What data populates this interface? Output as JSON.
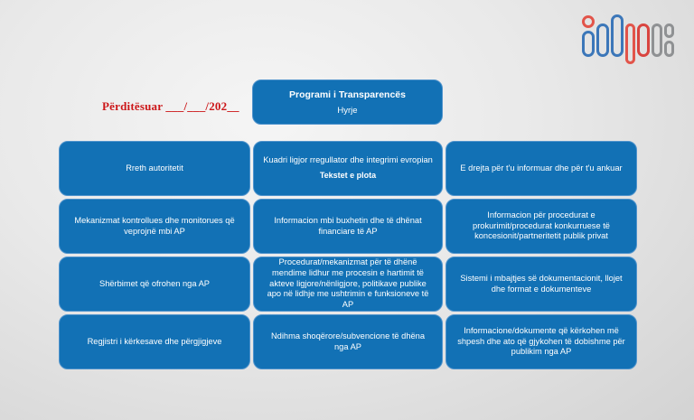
{
  "page": {
    "updated_label": "Përditësuar ___/___/202__"
  },
  "logo": {
    "name": "idp-logo"
  },
  "header": {
    "title": "Programi i Transparencës",
    "subtitle": "Hyrje"
  },
  "colors": {
    "box_blue": "#1271b5",
    "box_border": "#4f93cc",
    "accent_red": "#cc1719",
    "logo_blue": "#3c77b9",
    "logo_red": "#e2544a",
    "logo_gray": "#8f9193"
  },
  "grid": {
    "cells": [
      {
        "label": "Rreth autoritetit",
        "sublabel": ""
      },
      {
        "label": "Kuadri ligjor rregullator dhe integrimi evropian",
        "sublabel": "Tekstet e plota"
      },
      {
        "label": "E drejta për t'u informuar dhe për t'u ankuar",
        "sublabel": ""
      },
      {
        "label": "Mekanizmat kontrollues dhe monitorues që veprojnë mbi AP",
        "sublabel": ""
      },
      {
        "label": "Informacion mbi buxhetin dhe të dhënat financiare të AP",
        "sublabel": ""
      },
      {
        "label": "Informacion për procedurat e prokurimit/procedurat konkurruese të koncesionit/partneritetit publik privat",
        "sublabel": ""
      },
      {
        "label": "Shërbimet që ofrohen nga AP",
        "sublabel": ""
      },
      {
        "label": "Procedurat/mekanizmat për të dhënë mendime lidhur me procesin e hartimit të akteve ligjore/nënligjore, politikave publike apo në lidhje me ushtrimin e funksioneve të AP",
        "sublabel": ""
      },
      {
        "label": "Sistemi i mbajtjes së dokumentacionit, llojet dhe format e dokumenteve",
        "sublabel": ""
      },
      {
        "label": "Regjistri i kërkesave dhe përgjigjeve",
        "sublabel": ""
      },
      {
        "label": "Ndihma shoqërore/subvencione të dhëna nga AP",
        "sublabel": ""
      },
      {
        "label": "Informacione/dokumente që kërkohen më shpesh dhe ato që gjykohen të dobishme për publikim nga AP",
        "sublabel": ""
      }
    ]
  }
}
